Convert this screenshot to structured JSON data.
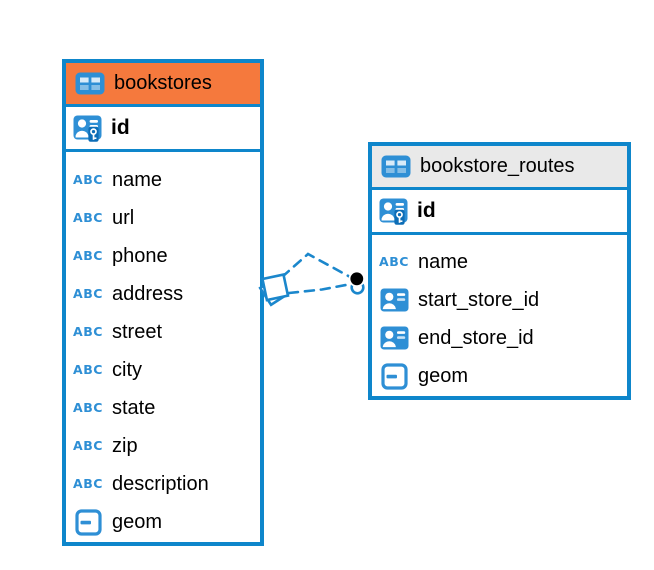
{
  "diagram": {
    "type": "entity-relationship-diagram",
    "colors": {
      "accent_blue": "#0e86cb",
      "icon_blue": "#2e8fd5",
      "header_orange": "#f5793d",
      "header_gray": "#e9e9e9",
      "text": "#000000",
      "canvas_bg": "#ffffff"
    },
    "icons": {
      "varchar_glyph": "ABC"
    },
    "tables": [
      {
        "name": "bookstores",
        "header_style": "orange",
        "primary_key": {
          "name": "id",
          "icon": "primary-key-icon"
        },
        "fields": [
          {
            "name": "name",
            "icon": "varchar-icon"
          },
          {
            "name": "url",
            "icon": "varchar-icon"
          },
          {
            "name": "phone",
            "icon": "varchar-icon"
          },
          {
            "name": "address",
            "icon": "varchar-icon"
          },
          {
            "name": "street",
            "icon": "varchar-icon"
          },
          {
            "name": "city",
            "icon": "varchar-icon"
          },
          {
            "name": "state",
            "icon": "varchar-icon"
          },
          {
            "name": "zip",
            "icon": "varchar-icon"
          },
          {
            "name": "description",
            "icon": "varchar-icon"
          },
          {
            "name": "geom",
            "icon": "geometry-icon"
          }
        ]
      },
      {
        "name": "bookstore_routes",
        "header_style": "gray",
        "primary_key": {
          "name": "id",
          "icon": "primary-key-icon"
        },
        "fields": [
          {
            "name": "name",
            "icon": "varchar-icon"
          },
          {
            "name": "start_store_id",
            "icon": "foreign-key-icon"
          },
          {
            "name": "end_store_id",
            "icon": "foreign-key-icon"
          },
          {
            "name": "geom",
            "icon": "geometry-icon"
          }
        ]
      }
    ],
    "connector": {
      "style": "dashed",
      "line_count": 2,
      "left_marker": "stacked-squares",
      "right_marker": "black-dot-with-ring"
    }
  }
}
